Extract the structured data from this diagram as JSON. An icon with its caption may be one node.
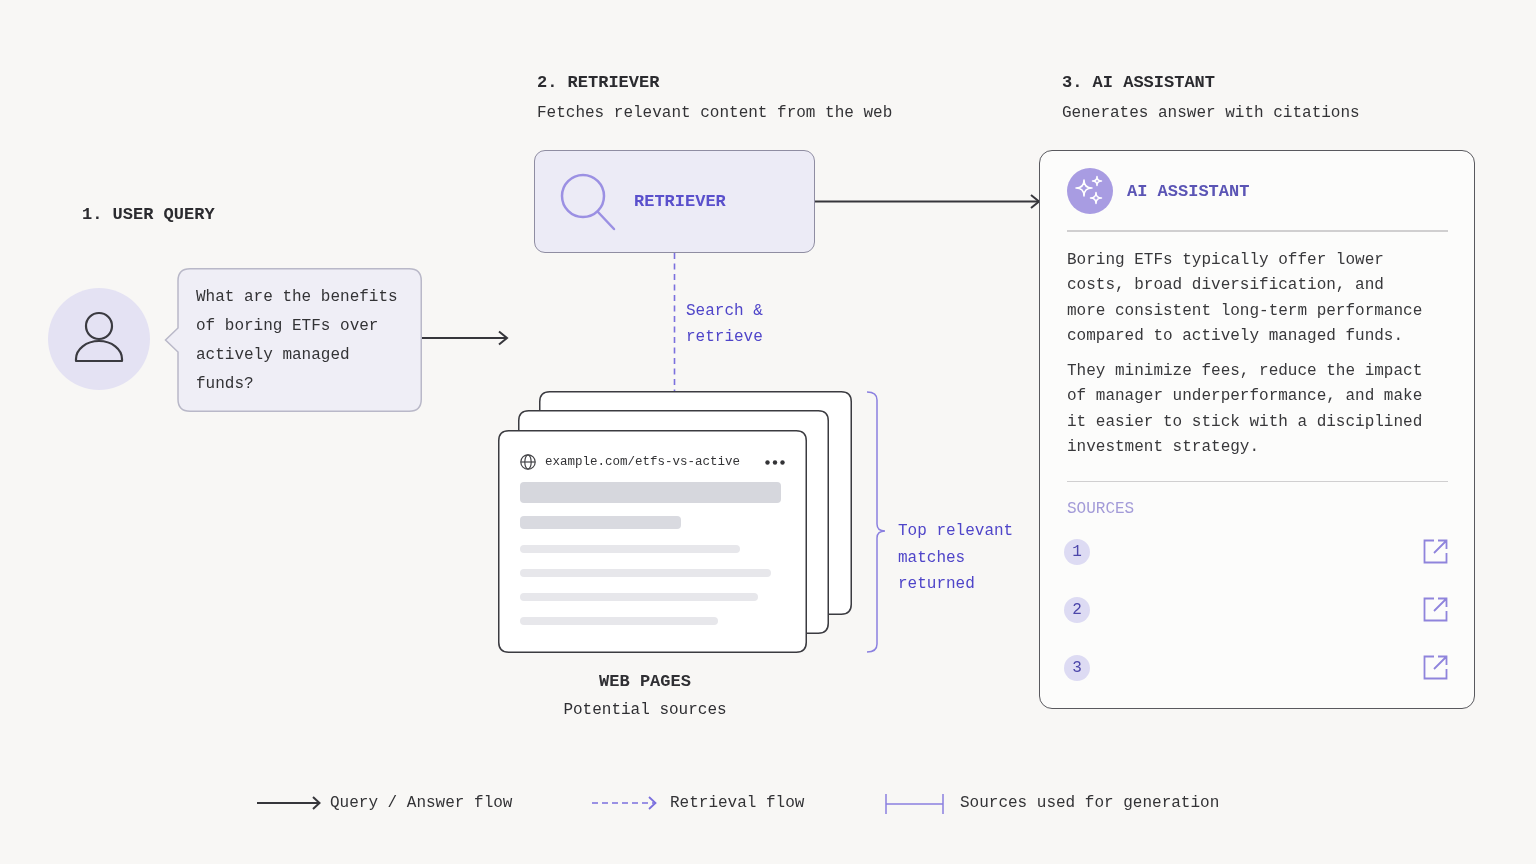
{
  "diagram": {
    "nodes": [
      {
        "text": [
          "What are the benefits of boring ETFs over actively managed funds?"
        ]
      },
      {
        "text": [
          "RETRIEVER"
        ]
      },
      {
        "text": [
          "example.com/etfs-vs-active"
        ],
        "beside": [
          "WEB PAGES",
          "Potential sources"
        ]
      },
      {
        "text": [
          "AI ASSISTANT",
          "Boring ETFs typically offer lower costs, broad diversification, and more consistent long-term performance compared to actively managed funds.",
          "They minimize fees, reduce the impact of manager underperformance, and make it easier to stick with a disciplined investment strategy.",
          "SOURCES"
        ]
      },
      {
        "text": [
          "1"
        ],
        "in": 3
      },
      {
        "text": [
          "2"
        ],
        "in": 3
      },
      {
        "text": [
          "3"
        ],
        "in": 3
      }
    ],
    "edges": [
      {
        "from": 0,
        "to": null,
        "arrow": "to"
      },
      {
        "from": 1,
        "to": 3,
        "arrow": "to"
      },
      {
        "from": 1,
        "to": 2,
        "arrow": "none",
        "label": "Search & retrieve",
        "style": "dashed",
        "color": "#7b70de"
      }
    ],
    "labels": [
      "1. USER QUERY",
      "2. RETRIEVER",
      "Fetches relevant content from the web",
      "3. AI ASSISTANT",
      "Generates answer with citations",
      "Top relevant matches returned"
    ],
    "legend": [
      {
        "text": "Query / Answer flow"
      },
      {
        "text": "Retrieval flow"
      },
      {
        "text": "Sources used for generation"
      }
    ]
  }
}
